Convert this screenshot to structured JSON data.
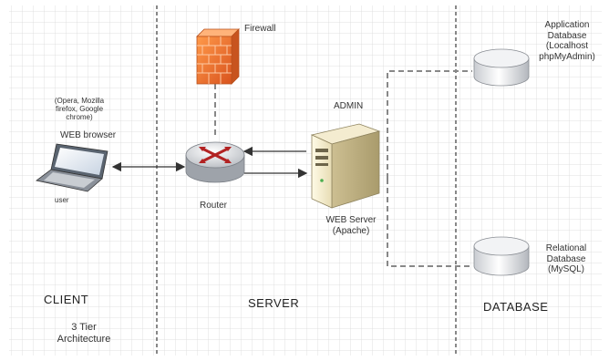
{
  "labels": {
    "firewall": "Firewall",
    "browser_list": [
      "(Opera, Mozilla",
      "firefox, Google",
      "chrome)"
    ],
    "web_browser": "WEB browser",
    "user": "user",
    "router": "Router",
    "admin": "ADMIN",
    "web_server": "WEB Server",
    "apache": "(Apache)",
    "app_db": [
      "Application",
      "Database",
      "(Localhost",
      "phpMyAdmin)"
    ],
    "rel_db": [
      "Relational",
      "Database",
      "(MySQL)"
    ],
    "client": "CLIENT",
    "tier": [
      "3  Tier",
      "Architecture"
    ],
    "server": "SERVER",
    "database": "DATABASE"
  },
  "colors": {
    "grid": "#d9d9d9",
    "divider": "#555555",
    "connector": "#888888",
    "firewall_brick": "#f07a2c",
    "router_arrow": "#b22222"
  },
  "icons": [
    "laptop-icon",
    "firewall-icon",
    "router-icon",
    "server-icon",
    "database-icon"
  ]
}
